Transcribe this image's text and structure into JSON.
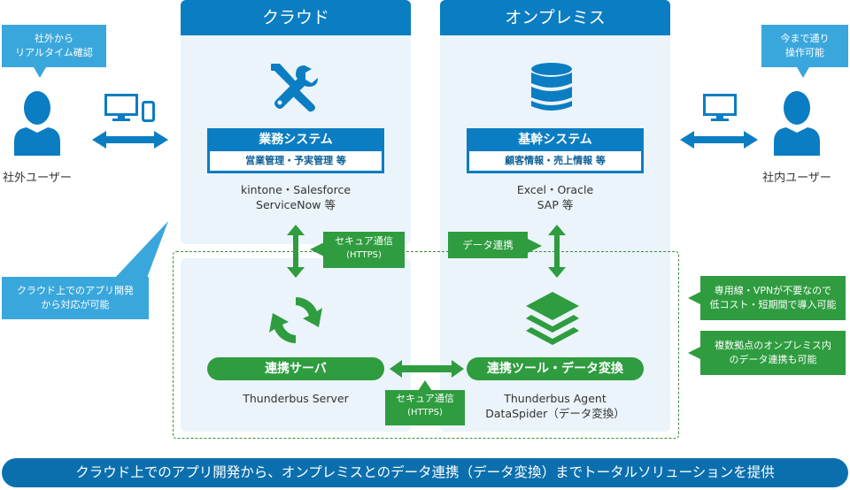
{
  "cloud": {
    "header": "クラウド",
    "system_title": "業務システム",
    "system_sub": "営業管理・予実管理 等",
    "products": [
      "kintone・Salesforce",
      "ServiceNow 等"
    ]
  },
  "onprem": {
    "header": "オンプレミス",
    "system_title": "基幹システム",
    "system_sub": "顧客情報・売上情報 等",
    "products": [
      "Excel・Oracle",
      "SAP 等"
    ]
  },
  "left_user": {
    "callout": [
      "社外から",
      "リアルタイム確認"
    ],
    "label": "社外ユーザー"
  },
  "right_user": {
    "callout": [
      "今まで通り",
      "操作可能"
    ],
    "label": "社内ユーザー"
  },
  "cloud_dev_callout": [
    "クラウド上でのアプリ開発",
    "から対応が可能"
  ],
  "secure_top": [
    "セキュア通信",
    "(HTTPS)"
  ],
  "secure_bottom": [
    "セキュア通信",
    "(HTTPS)"
  ],
  "data_link": "データ連携",
  "server": {
    "label": "連携サーバ",
    "product": "Thunderbus Server"
  },
  "tool": {
    "label": "連携ツール・データ変換",
    "products": [
      "Thunderbus Agent",
      "DataSpider（データ変換）"
    ]
  },
  "right_notes": [
    [
      "専用線・VPNが不要なので",
      "低コスト・短期間で導入可能"
    ],
    [
      "複数拠点のオンプレミス内",
      "のデータ連携も可能"
    ]
  ],
  "footer": "クラウド上でのアプリ開発から、オンプレミスとのデータ連携（データ変換）までトータルソリューションを提供",
  "colors": {
    "primary_blue": "#0b7dc2",
    "panel_bg": "#eaf4fa",
    "callout_blue": "#3aa7dc",
    "green": "#2e9c3f",
    "user_blue": "#0b7dc2"
  },
  "icons": [
    "wrench-screwdriver-icon",
    "database-icon",
    "sync-arrows-icon",
    "layers-icon",
    "monitor-icon",
    "smartphone-icon",
    "user-icon"
  ]
}
